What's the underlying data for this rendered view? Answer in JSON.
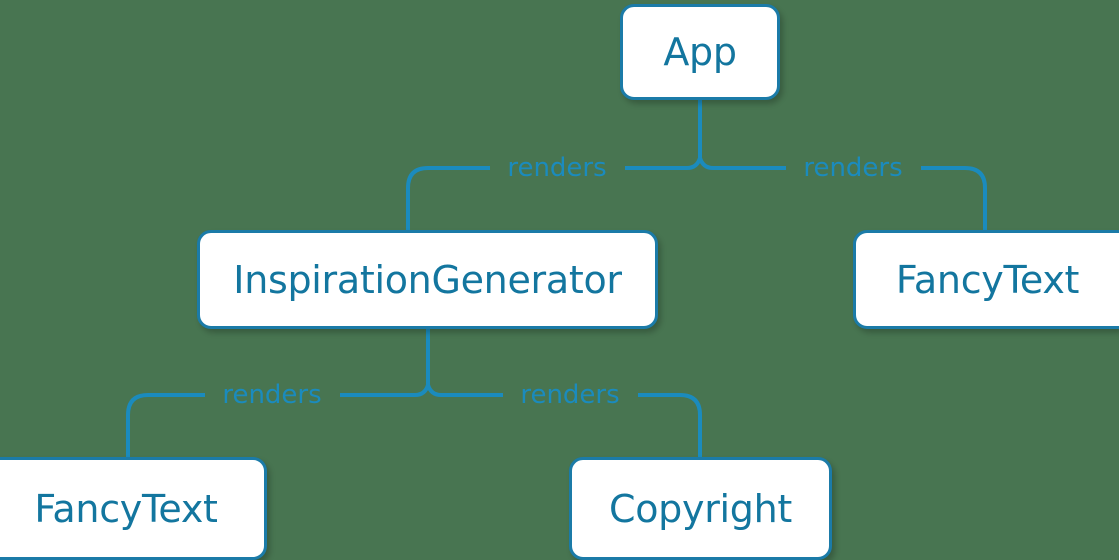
{
  "diagram": {
    "type": "component-tree",
    "background_color": "#487551",
    "node_border_color": "#1b7ba8",
    "node_fill_color": "#ffffff",
    "text_color": "#13769f",
    "edge_color": "#1b8bbd",
    "nodes": [
      {
        "id": "app",
        "label": "App",
        "level": 0
      },
      {
        "id": "inspiration",
        "label": "InspirationGenerator",
        "level": 1
      },
      {
        "id": "fancytext-right",
        "label": "FancyText",
        "level": 1
      },
      {
        "id": "fancytext-bottom",
        "label": "FancyText",
        "level": 2
      },
      {
        "id": "copyright",
        "label": "Copyright",
        "level": 2
      }
    ],
    "edges": [
      {
        "from": "app",
        "to": "inspiration",
        "label": "renders"
      },
      {
        "from": "app",
        "to": "fancytext-right",
        "label": "renders"
      },
      {
        "from": "inspiration",
        "to": "fancytext-bottom",
        "label": "renders"
      },
      {
        "from": "inspiration",
        "to": "copyright",
        "label": "renders"
      }
    ]
  }
}
